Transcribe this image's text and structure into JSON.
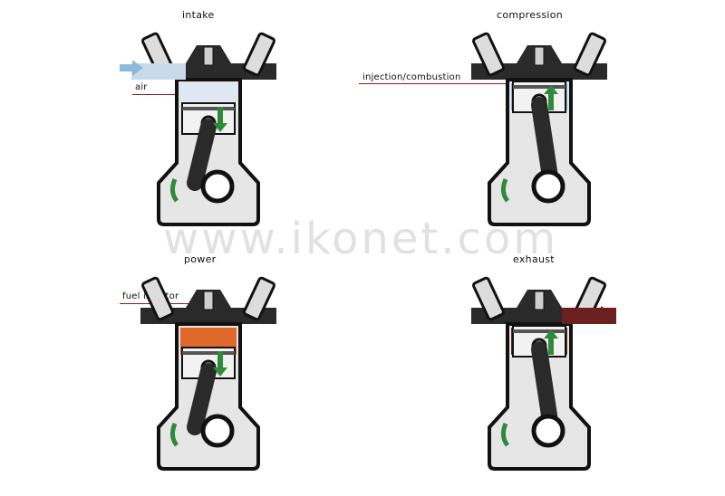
{
  "panels": [
    {
      "id": "intake",
      "title": "intake",
      "label": "air",
      "gas_color": "#dfe8f2",
      "inflow": true,
      "outflow": false,
      "piston": "down"
    },
    {
      "id": "compression",
      "title": "compression",
      "label": "injection/combustion",
      "gas_color": "#7fb3e0",
      "inflow": false,
      "outflow": false,
      "piston": "up"
    },
    {
      "id": "power",
      "title": "power",
      "label": "fuel injector",
      "gas_color": "#e0682a",
      "inflow": false,
      "outflow": false,
      "piston": "down"
    },
    {
      "id": "exhaust",
      "title": "exhaust",
      "label": "",
      "gas_color": "#6b1f1f",
      "inflow": false,
      "outflow": true,
      "piston": "up"
    }
  ],
  "watermark": "www.ikonet.com",
  "colors": {
    "body": "#e6e6e6",
    "outline": "#111111",
    "arrow_green": "#2e8b3a",
    "inflow_arrow": "#8fb9dc",
    "outflow_arrow": "#6b1f1f",
    "leader": "#8b1a1a"
  }
}
